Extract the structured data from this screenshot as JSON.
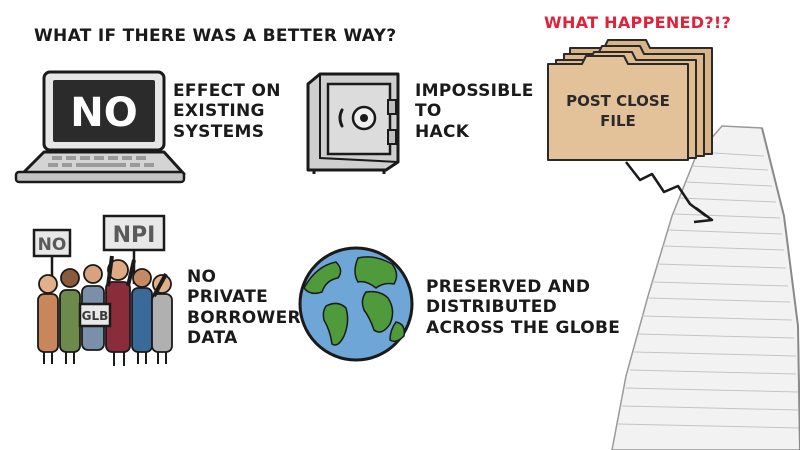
{
  "headline": "WHAT IF THERE WAS A BETTER WAY?",
  "red_title": "WHAT HAPPENED?!?",
  "colors": {
    "red_title": "#e0223a",
    "ink": "#1a1a1a",
    "folder": "#e3c29a",
    "ocean": "#6fa6d8",
    "land": "#4f9a3a",
    "paper": "#f2f2f2"
  },
  "laptop": {
    "screen_text": "NO",
    "caption": [
      "EFFECT ON",
      "EXISTING",
      "SYSTEMS"
    ]
  },
  "safe": {
    "caption": [
      "IMPOSSIBLE",
      "TO",
      "HACK"
    ]
  },
  "protest": {
    "sign_left": "NO",
    "sign_right": "NPI",
    "banner": "GLB",
    "caption": [
      "NO",
      "PRIVATE",
      "BORROWER",
      "DATA"
    ]
  },
  "globe": {
    "caption": [
      "PRESERVED AND",
      "DISTRIBUTED",
      "ACROSS THE GLOBE"
    ]
  },
  "folder": {
    "label": [
      "POST CLOSE",
      "FILE"
    ]
  }
}
